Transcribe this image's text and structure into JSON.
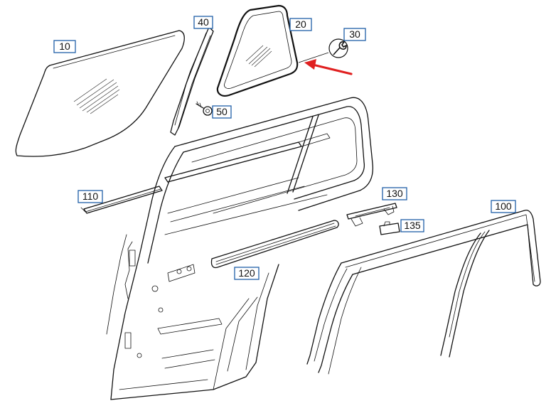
{
  "diagram": {
    "callouts": [
      {
        "id": "p10",
        "label": "10"
      },
      {
        "id": "p20",
        "label": "20"
      },
      {
        "id": "p30",
        "label": "30"
      },
      {
        "id": "p40",
        "label": "40"
      },
      {
        "id": "p50",
        "label": "50"
      },
      {
        "id": "p100",
        "label": "100"
      },
      {
        "id": "p110",
        "label": "110"
      },
      {
        "id": "p120",
        "label": "120"
      },
      {
        "id": "p130",
        "label": "130"
      },
      {
        "id": "p135",
        "label": "135"
      }
    ],
    "colors": {
      "callout_border": "#1f5fa8",
      "arrow": "#e02020",
      "line": "#111111"
    },
    "icons": [
      "wrench-icon",
      "arrow-indicator-icon",
      "screw-icon"
    ]
  }
}
